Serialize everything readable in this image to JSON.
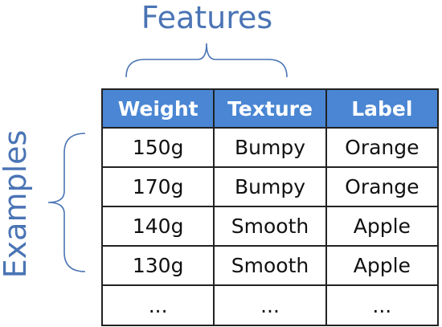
{
  "title": "Features",
  "side_label": "Examples",
  "colors": {
    "accent": "#4a74b5",
    "header_bg": "#4a86d3",
    "header_text": "#ffffff",
    "border": "#222222"
  },
  "table": {
    "headers": [
      "Weight",
      "Texture",
      "Label"
    ],
    "rows": [
      [
        "150g",
        "Bumpy",
        "Orange"
      ],
      [
        "170g",
        "Bumpy",
        "Orange"
      ],
      [
        "140g",
        "Smooth",
        "Apple"
      ],
      [
        "130g",
        "Smooth",
        "Apple"
      ],
      [
        "...",
        "...",
        "..."
      ]
    ]
  }
}
